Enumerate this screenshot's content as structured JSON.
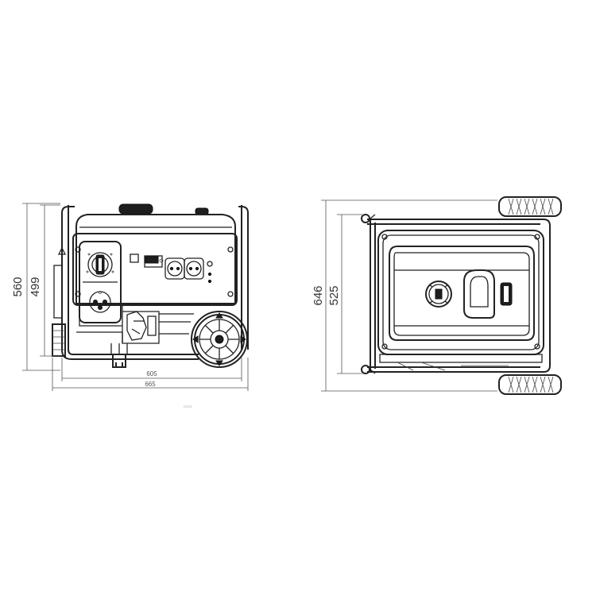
{
  "front_view": {
    "dim_overall_height": "560",
    "dim_frame_height": "499",
    "dim_frame_width": "605",
    "dim_overall_width": "665"
  },
  "top_view": {
    "dim_overall_depth": "646",
    "dim_frame_depth": "525"
  },
  "watermark": "aaaa"
}
